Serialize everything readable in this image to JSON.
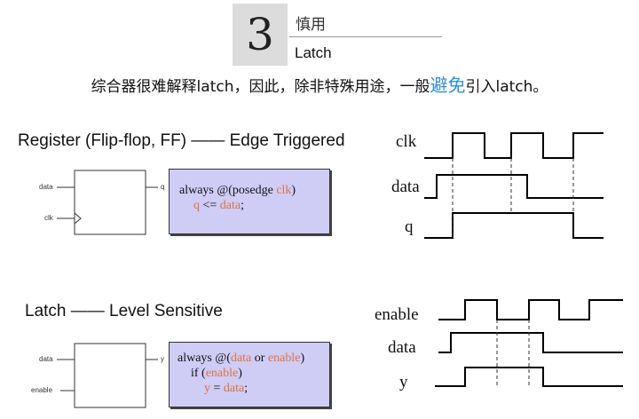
{
  "section": {
    "number": "3",
    "title": "慎用",
    "subtitle": "Latch"
  },
  "intro": {
    "before": "综合器很难解释latch，因此，除非特殊用途，一般",
    "highlight": "避免",
    "after": "引入latch。"
  },
  "register": {
    "heading": "Register (Flip-flop, FF) —— Edge Triggered",
    "pins": {
      "data": "data",
      "clk": "clk",
      "q": "q"
    },
    "code": {
      "line1_pre": "always @(posedge ",
      "line1_kw": "clk",
      "line1_post": ")",
      "line2_kw1": "q",
      "line2_op": " <= ",
      "line2_kw2": "data",
      "line2_post": ";"
    },
    "signals": {
      "clk": "clk",
      "data": "data",
      "q": "q"
    }
  },
  "latch": {
    "heading": "Latch —— Level Sensitive",
    "pins": {
      "data": "data",
      "enable": "enable",
      "y": "y"
    },
    "code": {
      "line1_pre": "always @(",
      "line1_kw1": "data",
      "line1_mid": " or ",
      "line1_kw2": "enable",
      "line1_post": ")",
      "line2_pre": "if (",
      "line2_kw": "enable",
      "line2_post": ")",
      "line3_kw1": "y",
      "line3_op": " = ",
      "line3_kw2": "data",
      "line3_post": ";"
    },
    "signals": {
      "enable": "enable",
      "data": "data",
      "y": "y"
    }
  },
  "colors": {
    "code_bg": "#cfccf6",
    "keyword": "#e0733a",
    "highlight": "#2e8fd6",
    "number_bg": "#dcdcdc"
  }
}
